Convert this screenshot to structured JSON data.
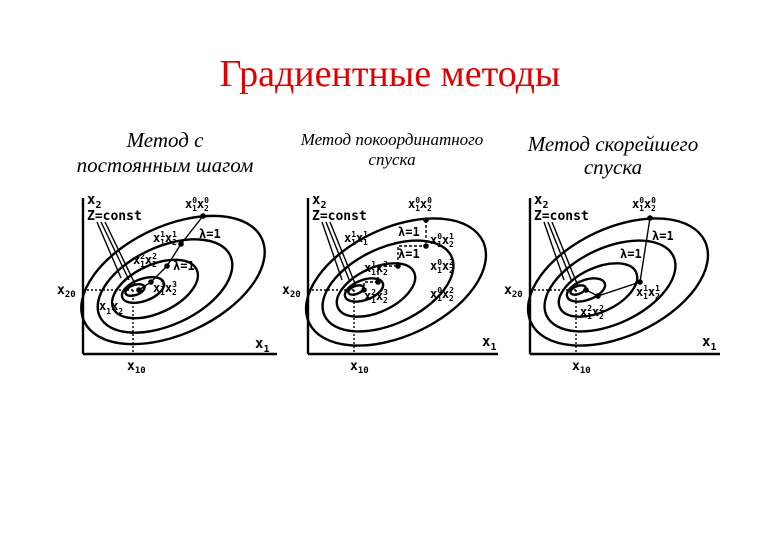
{
  "slide": {
    "title": "Градиентные методы"
  },
  "captions": {
    "constant_step": [
      "Метод с",
      "постоянным шагом"
    ],
    "coordinate_descent": [
      "Метод покоординатного",
      "спуска"
    ],
    "steepest_descent": [
      "Метод скорейшего",
      "спуска"
    ]
  },
  "diagrams": {
    "constant_step": {
      "axis_y": "x",
      "axis_y_sub": "2",
      "axis_x": "x",
      "axis_x_sub": "1",
      "level": "Z=const",
      "y0": "x",
      "y0_sub": "20",
      "x0": "x",
      "x0_sub": "10",
      "pt0": "x",
      "pt0_sub": "1",
      "pt0_sup": "0",
      "pt0b": "x",
      "pt0b_sub": "2",
      "pt0b_sup": "0",
      "pt1": "x",
      "pt1_sub": "1",
      "pt1_sup": "1",
      "pt1b": "x",
      "pt1b_sub": "2",
      "pt1b_sup": "1",
      "pt2": "x",
      "pt2_sub": "1",
      "pt2_sup": "2",
      "pt2b": "x",
      "pt2b_sub": "2",
      "pt2b_sup": "2",
      "pt3": "x",
      "pt3_sub": "1",
      "pt3_sup": "3",
      "pt3b": "x",
      "pt3b_sub": "2",
      "pt3b_sup": "3",
      "ptn": "x",
      "ptn_sub": "1",
      "ptnb": "x",
      "ptnb_sub": "2",
      "lambda_a": "λ=1",
      "lambda_b": "λ=1"
    },
    "coordinate_descent": {
      "axis_y": "x",
      "axis_y_sub": "2",
      "axis_x": "x",
      "axis_x_sub": "1",
      "level": "Z=const",
      "y0": "x",
      "y0_sub": "20",
      "x0": "x",
      "x0_sub": "10",
      "pt0": "x",
      "pt0_sub": "1",
      "pt0_sup": "0",
      "pt0b": "x",
      "pt0b_sub": "2",
      "pt0b_sup": "0",
      "lambda_a": "λ=1",
      "lambda_b": "λ=1",
      "r1": "x",
      "r1_sup": "0",
      "r1b": "x",
      "r1b_sup": "1",
      "r2": "x",
      "r2_sup": "0",
      "r2b": "x",
      "r2b_sup": "2",
      "r3": "x",
      "r3_sup": "0",
      "r3b": "x",
      "r3b_sup": "2",
      "l1": "x",
      "l1_sup": "1",
      "l1b": "x",
      "l1b_sup": "1",
      "l2": "x",
      "l2_sup": "1",
      "l2b": "x",
      "l2b_sup": "2",
      "b1": "x",
      "b1_sup": "2",
      "b1b": "x",
      "b1b_sup": "3",
      "sub1": "1",
      "sub2": "2"
    },
    "steepest_descent": {
      "axis_y": "x",
      "axis_y_sub": "2",
      "axis_x": "x",
      "axis_x_sub": "1",
      "level": "Z=const",
      "y0": "x",
      "y0_sub": "20",
      "x0": "x",
      "x0_sub": "10",
      "pt0": "x",
      "pt0_sub": "1",
      "pt0_sup": "0",
      "pt0b": "x",
      "pt0b_sub": "2",
      "pt0b_sup": "0",
      "pt1": "x",
      "pt1_sub": "1",
      "pt1_sup": "1",
      "pt1b": "x",
      "pt1b_sub": "2",
      "pt1b_sup": "1",
      "pt2": "x",
      "pt2_sub": "1",
      "pt2_sup": "2",
      "pt2b": "x",
      "pt2b_sub": "2",
      "pt2b_sup": "2",
      "lambda_a": "λ=1",
      "lambda_b": "λ=1"
    }
  }
}
